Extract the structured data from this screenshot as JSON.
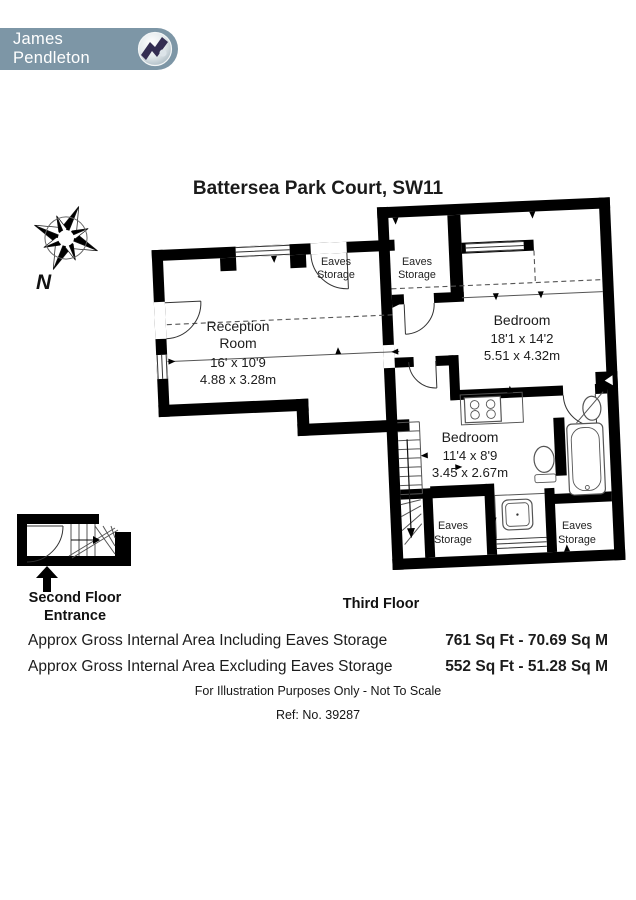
{
  "brand": {
    "name": "James Pendleton",
    "bg_color": "#7d96a6",
    "swoosh_color": "#332d52"
  },
  "page": {
    "title": "Battersea Park Court, SW11"
  },
  "compass": {
    "north_label": "N"
  },
  "plan": {
    "floor_label": "Third Floor",
    "eaves_label": {
      "line1": "Eaves",
      "line2": "Storage"
    },
    "reception": {
      "name_line1": "Reception",
      "name_line2": "Room",
      "imperial": "16' x 10'9",
      "metric": "4.88 x 3.28m"
    },
    "bedroom_1": {
      "name": "Bedroom",
      "imperial": "18'1 x 14'2",
      "metric": "5.51 x 4.32m"
    },
    "bedroom_2": {
      "name": "Bedroom",
      "imperial": "11'4 x 8'9",
      "metric": "3.45 x 2.67m"
    }
  },
  "entrance": {
    "label_line1": "Second Floor",
    "label_line2": "Entrance"
  },
  "areas": {
    "including": {
      "label": "Approx Gross Internal Area Including Eaves Storage",
      "value": "761 Sq Ft - 70.69 Sq M"
    },
    "excluding": {
      "label": "Approx Gross Internal Area Excluding Eaves Storage",
      "value": "552 Sq Ft - 51.28 Sq M"
    }
  },
  "footer": {
    "disclaimer": "For Illustration Purposes Only - Not To Scale",
    "reference": "Ref: No. 39287"
  }
}
